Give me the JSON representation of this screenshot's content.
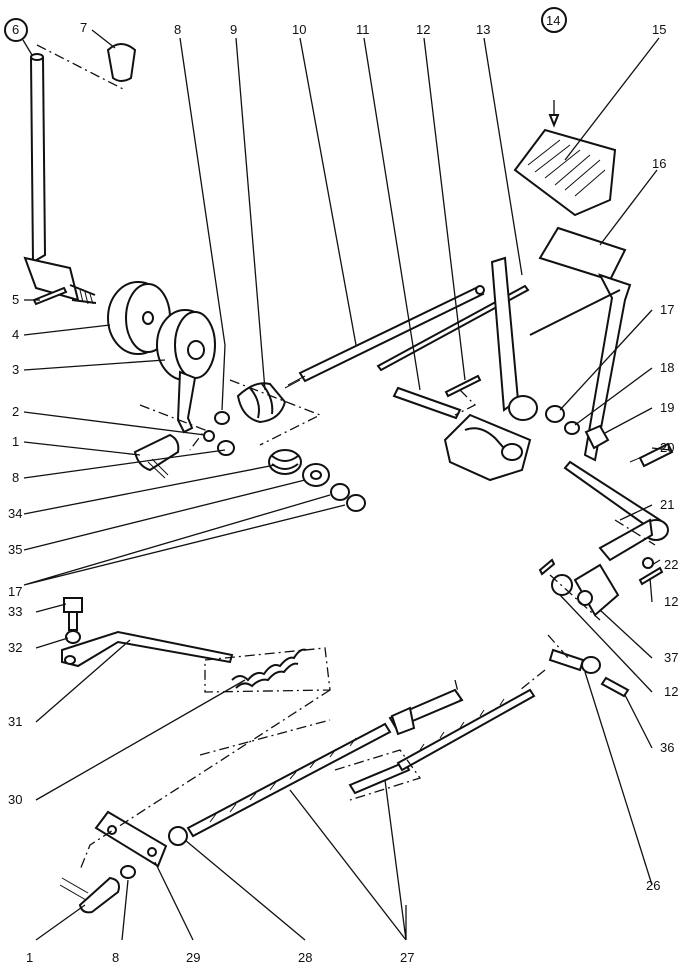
{
  "diagram": {
    "labels": {
      "l1a": "1",
      "l1b": "1",
      "l2": "2",
      "l3": "3",
      "l4": "4",
      "l5": "5",
      "l6": "6",
      "l7": "7",
      "l8a": "8",
      "l8b": "8",
      "l8c": "8",
      "l9": "9",
      "l10": "10",
      "l11": "11",
      "l12a": "12",
      "l12b": "12",
      "l12c": "12",
      "l13": "13",
      "l14": "14",
      "l15": "15",
      "l16": "16",
      "l17a": "17",
      "l17b": "17",
      "l18": "18",
      "l19": "19",
      "l20": "20",
      "l21": "21",
      "l22": "22",
      "l26": "26",
      "l27": "27",
      "l28": "28",
      "l29": "29",
      "l30": "30",
      "l31": "31",
      "l32": "32",
      "l33": "33",
      "l34": "34",
      "l35": "35",
      "l36": "36",
      "l37": "37"
    }
  }
}
